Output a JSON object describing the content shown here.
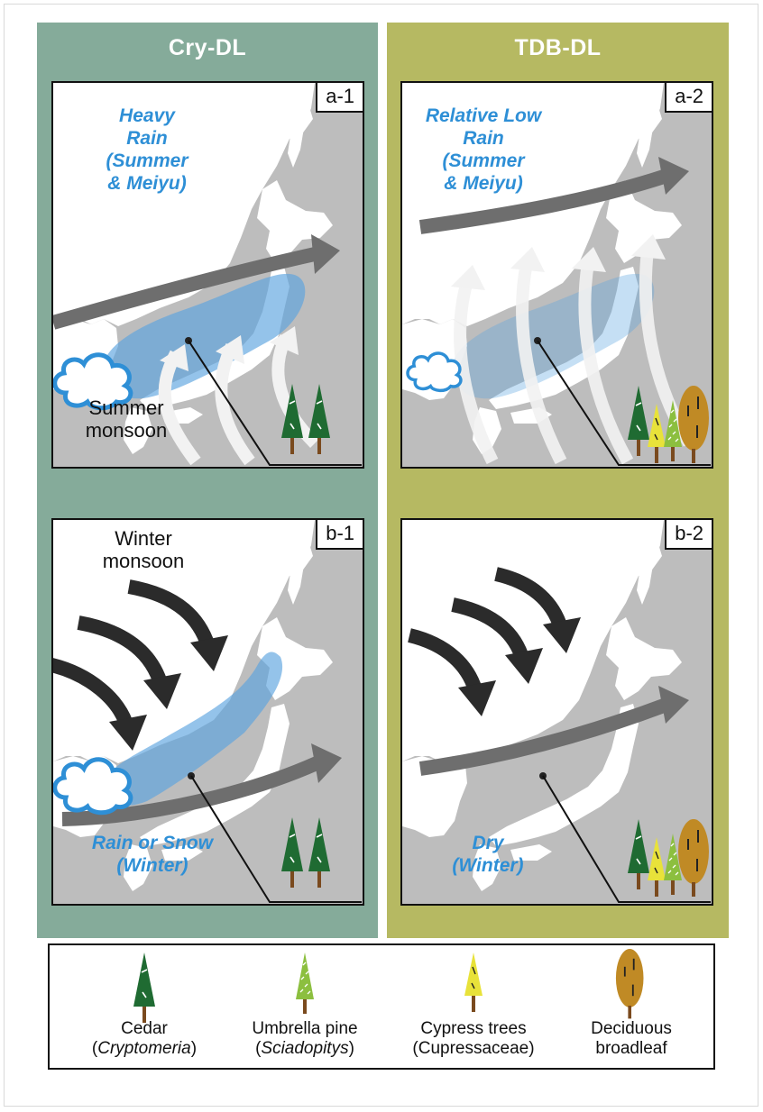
{
  "columns": {
    "cry": {
      "title": "Cry-DL",
      "color": "#85ab9a"
    },
    "tdb": {
      "title": "TDB-DL",
      "color": "#b6b962"
    }
  },
  "panels": {
    "a1": {
      "label": "a-1",
      "blue_text": [
        "Heavy",
        "Rain",
        "(Summer",
        "& Meiyu)"
      ],
      "black_text": [
        "Summer",
        "monsoon"
      ]
    },
    "a2": {
      "label": "a-2",
      "blue_text": [
        "Relative Low",
        "Rain",
        "(Summer",
        "& Meiyu)"
      ]
    },
    "b1": {
      "label": "b-1",
      "black_text": [
        "Winter",
        "monsoon"
      ],
      "blue_text": [
        "Rain or Snow",
        "(Winter)"
      ]
    },
    "b2": {
      "label": "b-2",
      "blue_text": [
        "Dry",
        "(Winter)"
      ]
    }
  },
  "legend": {
    "cedar": {
      "line1": "Cedar",
      "line2_open": "(",
      "line2_italic": "Cryptomeria",
      "line2_close": ")"
    },
    "umbrella": {
      "line1": "Umbrella pine",
      "line2_open": "(",
      "line2_italic": "Sciadopitys",
      "line2_close": ")"
    },
    "cypress": {
      "line1": "Cypress trees",
      "line2": "(Cupressaceae)"
    },
    "deciduous": {
      "line1": "Deciduous",
      "line2": "broadleaf"
    }
  },
  "colors": {
    "sea": "#bdbdbd",
    "land": "#ffffff",
    "rain_band": "#5aa3df",
    "westerly": "#6e6e6e",
    "winter_monsoon": "#2b2b2b",
    "summer_monsoon": "#f2f2f2",
    "text_blue": "#2e8fd6",
    "cedar": "#1f6b32",
    "umbrella_pine": "#8cbf3f",
    "cypress": "#e8e23a",
    "deciduous": "#c08a25",
    "trunk": "#7a4a1e"
  },
  "icons": [
    "cloud-icon",
    "cedar-tree-icon",
    "umbrella-pine-icon",
    "cypress-tree-icon",
    "deciduous-tree-icon",
    "site-marker-icon"
  ]
}
